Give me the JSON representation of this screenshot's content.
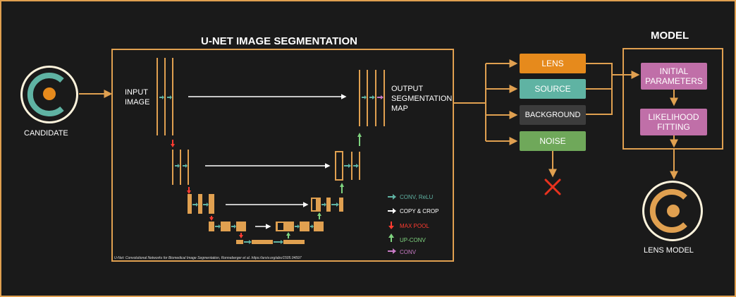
{
  "left": {
    "candidate_label": "CANDIDATE"
  },
  "unet": {
    "title": "U-NET IMAGE SEGMENTATION",
    "input_label_line1": "INPUT",
    "input_label_line2": "IMAGE",
    "output_label_line1": "OUTPUT",
    "output_label_line2": "SEGMENTATION",
    "output_label_line3": "MAP",
    "citation": "U-Net: Convolutional Networks for Biomedical Image Segmentation, Ronneberger et al. https://arxiv.org/abs/1505.04597",
    "legend": [
      {
        "label": "CONV, ReLU",
        "color": "#5fb3a3",
        "icon": "right-arrow-icon"
      },
      {
        "label": "COPY & CROP",
        "color": "#ffffff",
        "icon": "right-arrow-icon"
      },
      {
        "label": "MAX POOL",
        "color": "#ff3b30",
        "icon": "down-arrow-icon"
      },
      {
        "label": "UP-CONV",
        "color": "#7fd37f",
        "icon": "up-arrow-icon"
      },
      {
        "label": "CONV",
        "color": "#c97bc6",
        "icon": "right-arrow-icon"
      }
    ]
  },
  "classes": {
    "lens": "LENS",
    "source": "SOURCE",
    "background": "BACKGROUND",
    "noise": "NOISE"
  },
  "model": {
    "title": "MODEL",
    "initial_line1": "INITIAL",
    "initial_line2": "PARAMETERS",
    "likelihood_line1": "LIKELIHOOD",
    "likelihood_line2": "FITTING",
    "lens_model_label": "LENS MODEL"
  },
  "colors": {
    "frame": "#e0a050",
    "lens": "#e68a1c",
    "source": "#5fb3a3",
    "background": "#3c3c3c",
    "noise": "#6fa85a",
    "model_box": "#c06fa8",
    "reject": "#e8321e"
  }
}
